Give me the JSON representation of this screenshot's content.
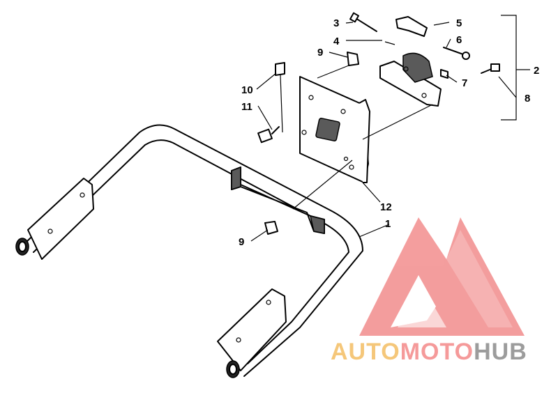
{
  "callouts": [
    {
      "id": "1",
      "label": "1"
    },
    {
      "id": "2",
      "label": "2"
    },
    {
      "id": "3",
      "label": "3"
    },
    {
      "id": "4",
      "label": "4"
    },
    {
      "id": "5",
      "label": "5"
    },
    {
      "id": "6",
      "label": "6"
    },
    {
      "id": "7",
      "label": "7"
    },
    {
      "id": "8",
      "label": "8"
    },
    {
      "id": "9a",
      "label": "9"
    },
    {
      "id": "9b",
      "label": "9"
    },
    {
      "id": "10",
      "label": "10"
    },
    {
      "id": "11",
      "label": "11"
    },
    {
      "id": "12",
      "label": "12"
    }
  ],
  "watermark": {
    "part1": "AUTO",
    "part2": "MOTO",
    "part3": "HUB",
    "color1": "#f5c77a",
    "color2": "#f59a9a",
    "color3": "#9c9c9c",
    "logo_color": "#f28d8d"
  }
}
